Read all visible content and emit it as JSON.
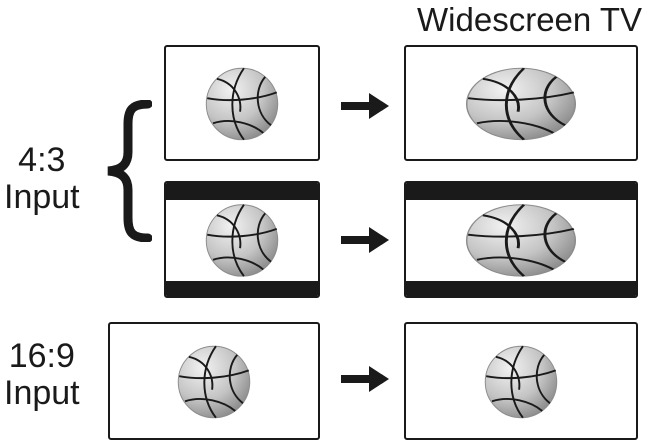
{
  "header": {
    "title": "Widescreen TV"
  },
  "inputs": {
    "four_three": {
      "line1": "4:3",
      "line2": "Input"
    },
    "sixteen_nine": {
      "line1": "16:9",
      "line2": "Input"
    }
  },
  "colors": {
    "frame_border": "#1a1a1a",
    "letterbox_bar": "#1a1a1a",
    "ball_light": "#f2f2f2",
    "ball_dark": "#8c8c8c",
    "ball_seam": "#1a1a1a",
    "arrow": "#1a1a1a"
  },
  "icons": {
    "ball": "basketball-icon",
    "arrow": "right-arrow-icon",
    "brace": "curly-brace-icon"
  }
}
